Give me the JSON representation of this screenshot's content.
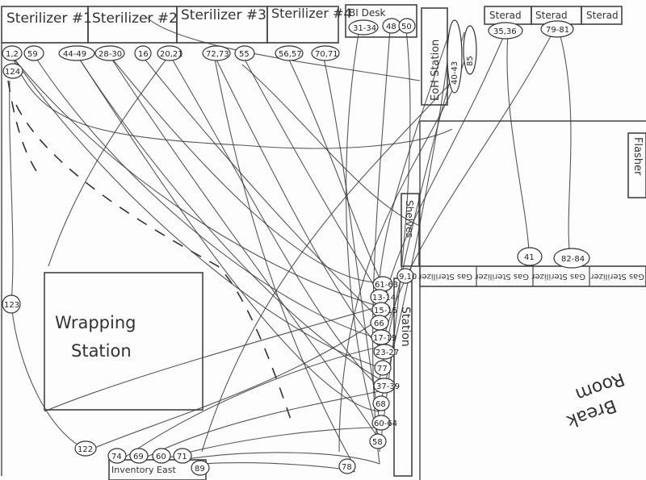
{
  "sterilizers": [
    "Sterilizer #1",
    "Sterilizer #2",
    "Sterilizer #3",
    "Sterilizer #4"
  ],
  "bi_desk": "BI Desk",
  "sterad_labels": [
    "Sterad",
    "Sterad",
    "Sterad"
  ],
  "eoh_station": "EoH Station",
  "flasher": "Flasher",
  "shelves": "Shelves",
  "gas_sterilizers": [
    "Gas Sterilizer",
    "Gas Sterilizer",
    "Gas Sterilizer",
    "Gas Sterilizer"
  ],
  "wrapping_station": [
    "Wrapping",
    "Station"
  ],
  "station": "Station",
  "break_room": [
    "Break",
    "Room"
  ],
  "inventory": "Inventory East",
  "tags": {
    "t12": "1,2",
    "t59": "59",
    "t4449": "44-49",
    "t2830": "28-30",
    "t16": "16",
    "t2021": "20,21",
    "t7273": "72,73",
    "t55": "55",
    "t5657": "56,57",
    "t7071": "70,71",
    "t3134": "31-34",
    "t48": "48",
    "t50": "50",
    "t124": "124",
    "t3536": "35,36",
    "t7981": "79-81",
    "t4043": "40-43",
    "t85": "85",
    "t123": "123",
    "t41": "41",
    "t8284": "82-84",
    "tr1": "9,10",
    "tr2": "61-63",
    "tr3": "13-14",
    "tr4": "15-15",
    "tr5": "66",
    "tr6": "17-19",
    "tr7": "23-27",
    "tr8": "77",
    "tr9": "37-39",
    "tr10": "68",
    "tr11": "60-64",
    "tr12": "58",
    "tr13": "78",
    "tb1": "122",
    "tb2": "74",
    "tb3": "69",
    "tb4": "60",
    "tb5": "71",
    "tb6": "89"
  }
}
